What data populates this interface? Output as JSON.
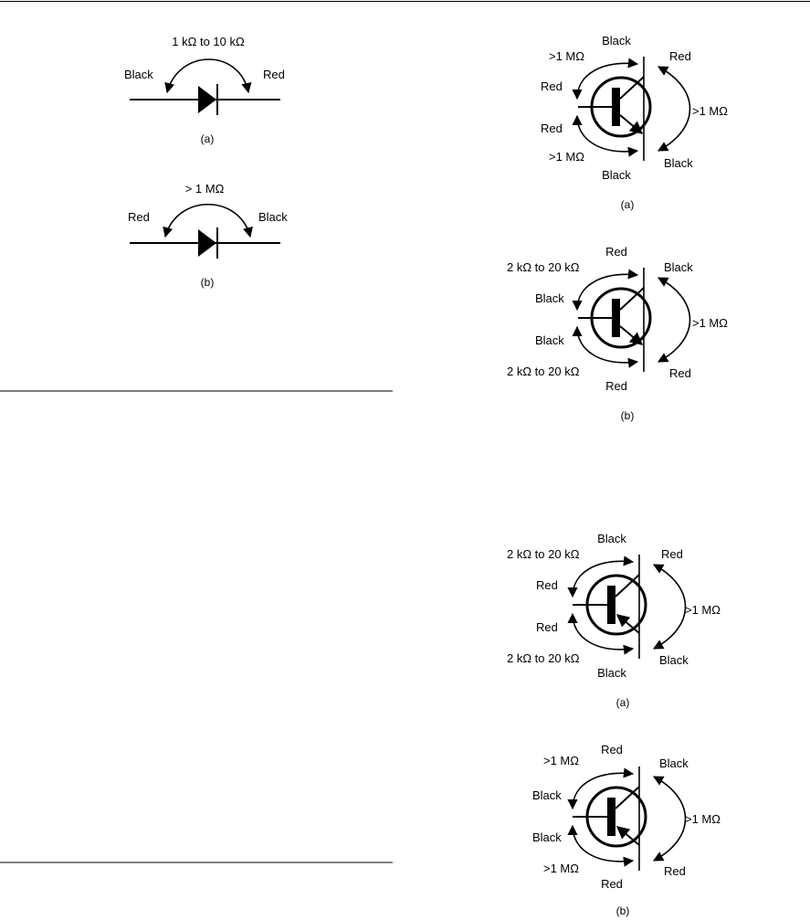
{
  "diode": {
    "a": {
      "range": "1 kΩ to 10 kΩ",
      "left": "Black",
      "right": "Red",
      "caption": "(a)"
    },
    "b": {
      "range": "> 1 MΩ",
      "left": "Red",
      "right": "Black",
      "caption": "(b)"
    }
  },
  "npn": {
    "a": {
      "top": "Black",
      "top_range": ">1 MΩ",
      "collector": "Red",
      "base_up": "Red",
      "base_down": "Red",
      "bottom_range": ">1 MΩ",
      "bottom": "Black",
      "right_range": ">1 MΩ",
      "emitter": "Black",
      "caption": "(a)"
    },
    "b": {
      "top": "Red",
      "top_range": "2 kΩ to 20 kΩ",
      "collector": "Black",
      "base_up": "Black",
      "base_down": "Black",
      "bottom_range": "2 kΩ to 20 kΩ",
      "bottom": "Red",
      "right_range": ">1 MΩ",
      "emitter": "Red",
      "caption": "(b)"
    }
  },
  "pnp": {
    "a": {
      "top": "Black",
      "top_range": "2 kΩ to 20 kΩ",
      "collector": "Red",
      "base_up": "Red",
      "base_down": "Red",
      "bottom_range": "2 kΩ to 20 kΩ",
      "bottom": "Black",
      "right_range": ">1 MΩ",
      "emitter": "Black",
      "caption": "(a)"
    },
    "b": {
      "top": "Red",
      "top_range": ">1 MΩ",
      "collector": "Black",
      "base_up": "Black",
      "base_down": "Black",
      "bottom_range": ">1 MΩ",
      "bottom": "Red",
      "right_range": ">1 MΩ",
      "emitter": "Red",
      "caption": "(b)"
    }
  }
}
